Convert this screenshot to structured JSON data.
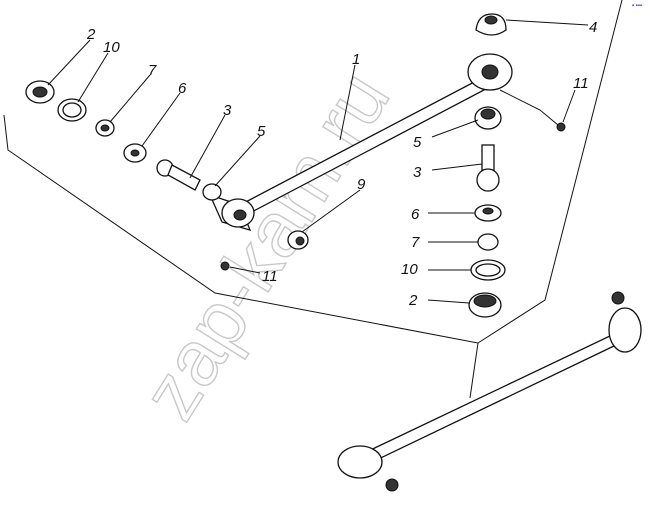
{
  "watermark": "zap-kam.ru",
  "corner_mark": "▪ ▪▪▪",
  "callouts": {
    "left_assembly": [
      "2",
      "10",
      "7",
      "6",
      "3",
      "5",
      "1",
      "9",
      "11"
    ],
    "right_assembly": [
      "4",
      "11",
      "5",
      "3",
      "6",
      "7",
      "10",
      "2"
    ]
  }
}
